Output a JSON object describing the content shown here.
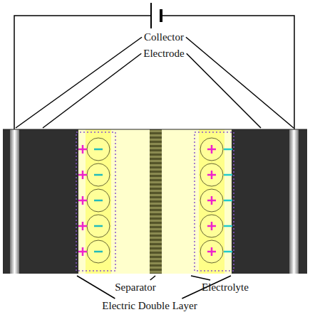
{
  "diagram": {
    "labels": [
      "Collector",
      "Electrode",
      "Separator",
      "Electrolyte",
      "Electric Double Layer"
    ]
  }
}
